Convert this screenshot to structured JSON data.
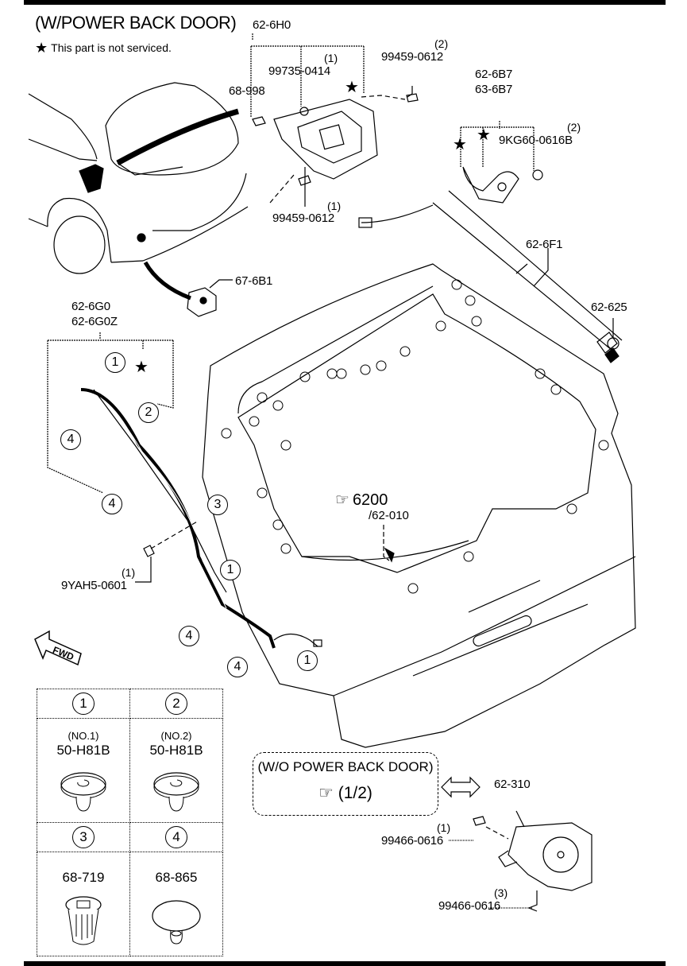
{
  "header": {
    "title": "(W/POWER BACK DOOR)",
    "legend_symbol": "★",
    "legend_text": "This part is not serviced."
  },
  "parts": {
    "bracket_assy": "62-6H0",
    "bracket_screw": "99735-0414",
    "bracket_screw_qty": "(1)",
    "bracket_clip": "68-998",
    "bracket_bolt_upper": "99459-0612",
    "bracket_bolt_upper_qty": "(2)",
    "bracket_bolt_lower": "99459-0612",
    "bracket_bolt_lower_qty": "(1)",
    "hinge_bracket_1": "62-6B7",
    "hinge_bracket_2": "63-6B7",
    "hinge_bolt": "9KG60-0616B",
    "hinge_bolt_qty": "(2)",
    "strut": "62-6F1",
    "strut_cap": "62-625",
    "switch": "67-6B1",
    "harness_1": "62-6G0",
    "harness_2": "62-6G0Z",
    "harness_bolt": "9YAH5-0601",
    "harness_bolt_qty": "(1)",
    "door_ref": "6200",
    "door_part": "/62-010",
    "latch": "62-310",
    "latch_bolt_upper": "99466-0616",
    "latch_bolt_upper_qty": "(1)",
    "latch_bolt_lower": "99466-0616",
    "latch_bolt_lower_qty": "(3)"
  },
  "callouts": [
    "1",
    "2",
    "3",
    "4",
    "4",
    "4",
    "1",
    "4",
    "1",
    "4"
  ],
  "wo_power_box": {
    "title": "(W/O POWER BACK DOOR)",
    "ref": "(1/2)"
  },
  "fwd_label": "FWD",
  "clip_table": [
    {
      "num": "1",
      "note": "(NO.1)",
      "part": "50-H81B",
      "icon": "push-clip-icon"
    },
    {
      "num": "2",
      "note": "(NO.2)",
      "part": "50-H81B",
      "icon": "push-clip-icon"
    },
    {
      "num": "3",
      "note": "",
      "part": "68-719",
      "icon": "fir-tree-clip-icon"
    },
    {
      "num": "4",
      "note": "",
      "part": "68-865",
      "icon": "cap-clip-icon"
    }
  ]
}
